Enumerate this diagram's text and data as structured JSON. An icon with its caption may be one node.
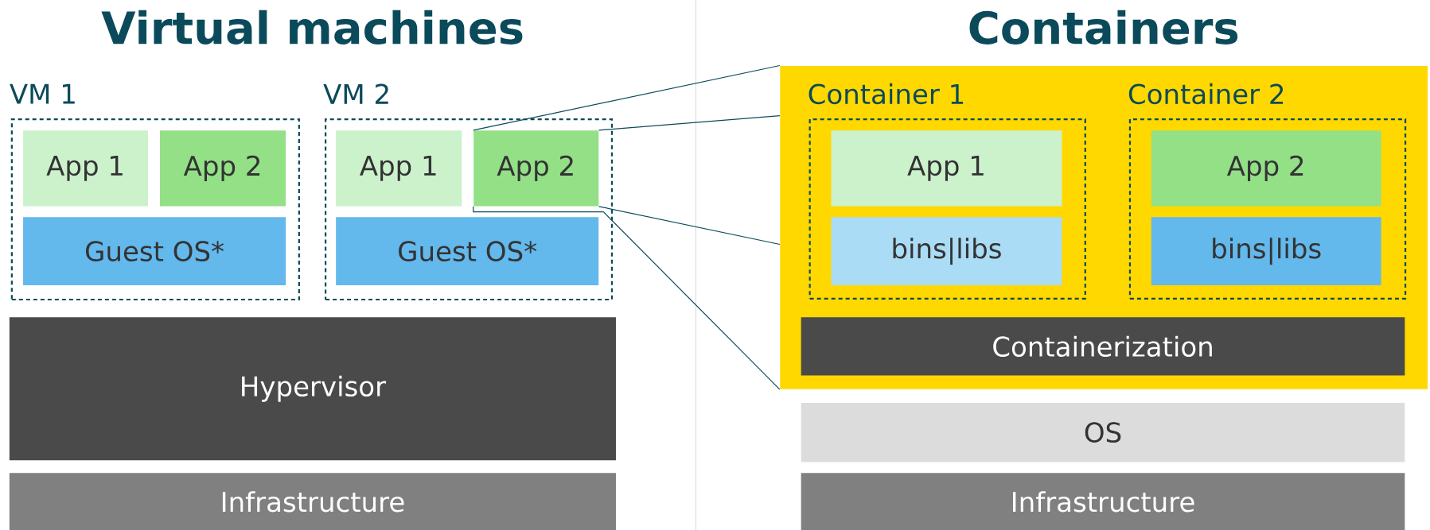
{
  "diagram": {
    "nodes": [
      {
        "text": [
          "VM 1"
        ]
      },
      {
        "text": [
          "App 1"
        ],
        "in": 0
      },
      {
        "text": [
          "App 2"
        ],
        "in": 0
      },
      {
        "text": [
          "Guest OS*"
        ],
        "in": 0
      },
      {
        "text": [
          "VM 2"
        ]
      },
      {
        "text": [
          "App 1"
        ],
        "in": 4
      },
      {
        "text": [
          "App 2"
        ],
        "in": 4
      },
      {
        "text": [
          "Guest OS*"
        ],
        "in": 4
      },
      {
        "text": [
          "Hypervisor"
        ]
      },
      {
        "text": [
          "Infrastructure"
        ]
      },
      {
        "text": [],
        "shape": "box"
      },
      {
        "text": [
          "Container 1"
        ],
        "in": 10
      },
      {
        "text": [
          "App 1"
        ],
        "in": 11
      },
      {
        "text": [
          "bins|libs"
        ],
        "in": 11
      },
      {
        "text": [
          "Container 2"
        ],
        "in": 10
      },
      {
        "text": [
          "App 2"
        ],
        "in": 14
      },
      {
        "text": [
          "bins|libs"
        ],
        "in": 14
      },
      {
        "text": [
          "Containerization"
        ],
        "in": 10
      },
      {
        "text": [
          "OS"
        ]
      },
      {
        "text": [
          "Infrastructure"
        ]
      }
    ],
    "edges": [
      {
        "from": 6,
        "to": 10,
        "arrow": "none"
      },
      {
        "from": 6,
        "to": 10,
        "arrow": "none"
      },
      {
        "from": 6,
        "to": 10,
        "arrow": "none"
      },
      {
        "from": 6,
        "to": 10,
        "arrow": "none"
      }
    ],
    "labels": [
      "Virtual machines",
      "Containers"
    ]
  }
}
